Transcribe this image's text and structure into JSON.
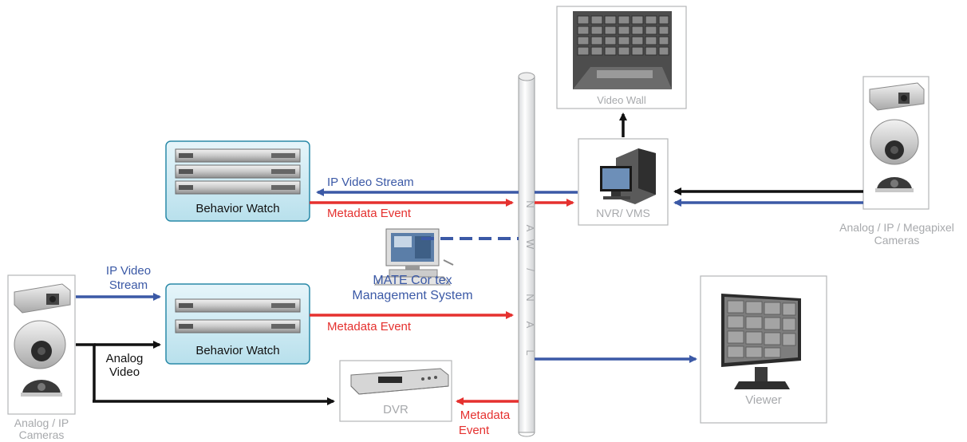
{
  "colors": {
    "ip_stream": "#3b59a6",
    "metadata": "#e5312f",
    "analog": "#111111",
    "device_frame": "#b4b6b8",
    "behavior_box_fill": "#cfeaf2",
    "behavior_box_stroke": "#2a8aa8",
    "label_grey": "#a7a9ac"
  },
  "network": {
    "letters": [
      "L",
      "A",
      "N",
      "/",
      "W",
      "A",
      "N"
    ]
  },
  "video_wall": {
    "label": "Video Wall",
    "icon": "video-wall-photo"
  },
  "nvr": {
    "label": "NVR/ VMS",
    "icon": "pc-tower-monitor"
  },
  "megapixel_cameras": {
    "label_line1": "Analog / IP / Megapixel",
    "label_line2": "Cameras",
    "icons": [
      "box-camera",
      "dome-camera",
      "mini-dome-camera"
    ]
  },
  "behavior_watch_top": {
    "label": "Behavior Watch",
    "server_units": 3
  },
  "behavior_watch_bottom": {
    "label": "Behavior Watch",
    "server_units": 2
  },
  "arrows": {
    "ip_video_stream_top": "IP Video Stream",
    "metadata_event_top": "Metadata Event",
    "ip_video_stream_left_line1": "IP Video",
    "ip_video_stream_left_line2": "Stream",
    "analog_video_line1": "Analog",
    "analog_video_line2": "Video",
    "metadata_event_mid": "Metadata Event",
    "metadata_event_dvr_line1": "Metadata",
    "metadata_event_dvr_line2": "Event"
  },
  "mate_cortex": {
    "label_line1": "MATE Cor tex",
    "label_line2": "Management System",
    "icon": "desktop-computer"
  },
  "viewer": {
    "label": "Viewer",
    "icon": "lcd-monitor-quad-view"
  },
  "dvr": {
    "label": "DVR",
    "icon": "dvr-recorder"
  },
  "analog_ip_cameras": {
    "label_line1": "Analog / IP",
    "label_line2": "Cameras",
    "icons": [
      "box-camera",
      "dome-camera",
      "mini-dome-camera"
    ]
  }
}
